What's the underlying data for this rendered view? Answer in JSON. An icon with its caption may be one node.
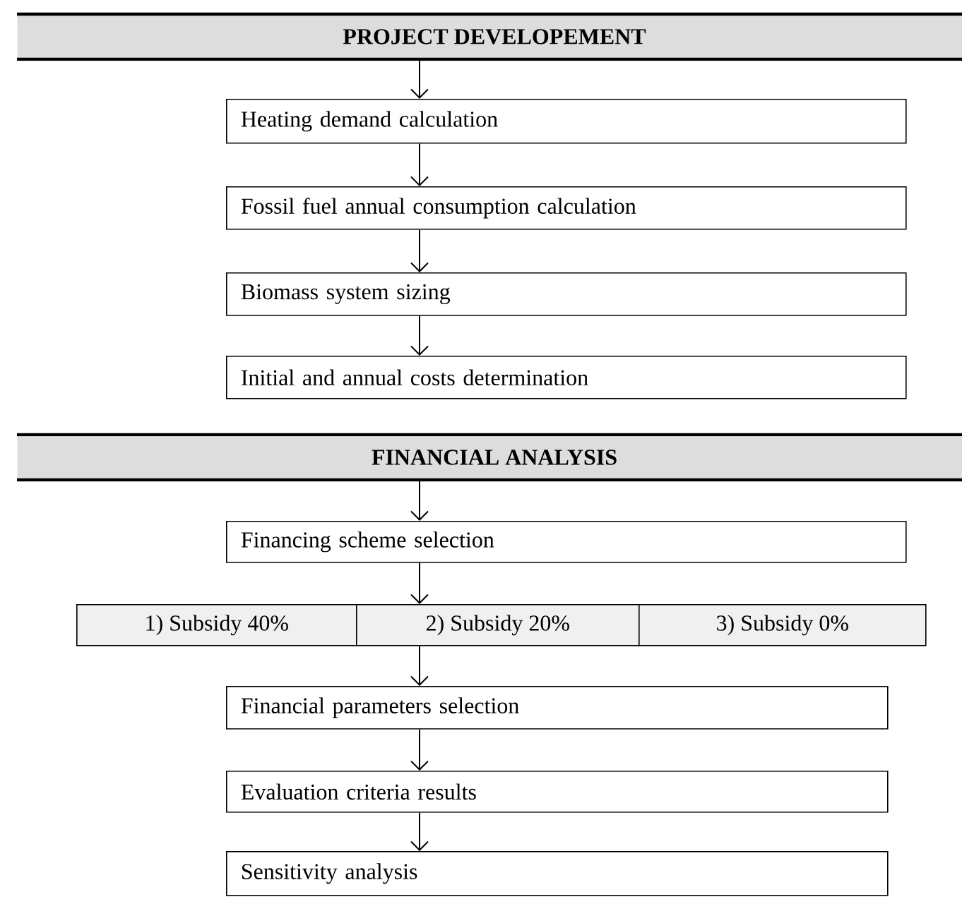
{
  "diagram": {
    "nodes": [
      {
        "text": [
          "PROJECT DEVELOPEMENT"
        ]
      },
      {
        "text": [
          "Heating demand calculation"
        ]
      },
      {
        "text": [
          "Fossil fuel annual consumption calculation"
        ]
      },
      {
        "text": [
          "Biomass system sizing"
        ]
      },
      {
        "text": [
          "Initial and annual costs determination"
        ]
      },
      {
        "text": [
          "FINANCIAL ANALYSIS"
        ]
      },
      {
        "text": [
          "Financing scheme selection"
        ]
      },
      {
        "text": [
          "1) Subsidy 40%"
        ]
      },
      {
        "text": [
          "2) Subsidy 20%"
        ]
      },
      {
        "text": [
          "3) Subsidy 0%"
        ]
      },
      {
        "text": [
          "Financial parameters selection"
        ]
      },
      {
        "text": [
          "Evaluation criteria results"
        ]
      },
      {
        "text": [
          "Sensitivity analysis"
        ]
      }
    ],
    "edges": [
      {
        "from": 0,
        "to": 1,
        "arrow": "to"
      },
      {
        "from": 1,
        "to": 2,
        "arrow": "to"
      },
      {
        "from": 2,
        "to": 3,
        "arrow": "to"
      },
      {
        "from": 3,
        "to": 4,
        "arrow": "to"
      },
      {
        "from": 5,
        "to": 6,
        "arrow": "to"
      },
      {
        "from": 6,
        "to": 8,
        "arrow": "to"
      },
      {
        "from": 8,
        "to": 10,
        "arrow": "to"
      },
      {
        "from": 10,
        "to": 11,
        "arrow": "to"
      },
      {
        "from": 11,
        "to": 12,
        "arrow": "to"
      }
    ]
  }
}
